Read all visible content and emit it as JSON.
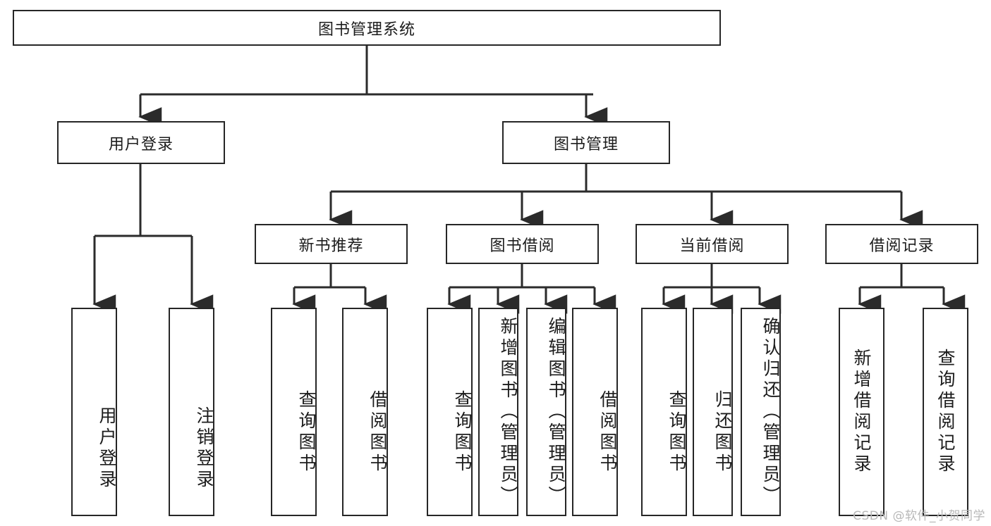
{
  "diagram": {
    "title": "图书管理系统",
    "type": "hierarchy-tree",
    "watermark": "CSDN @软件_小贺同学",
    "colors": {
      "background": "#ffffff",
      "box_border": "#262626",
      "box_fill": "#ffffff",
      "text": "#1c1c1c",
      "connector": "#2b2b2b",
      "watermark": "#b8b8b8"
    },
    "root": {
      "label": "图书管理系统"
    },
    "level2": [
      {
        "label": "用户登录"
      },
      {
        "label": "图书管理"
      }
    ],
    "level3": [
      {
        "label": "新书推荐"
      },
      {
        "label": "图书借阅"
      },
      {
        "label": "当前借阅"
      },
      {
        "label": "借阅记录"
      }
    ],
    "leaves": {
      "user_login": [
        {
          "label": "用户登录"
        },
        {
          "label": "注销登录"
        }
      ],
      "new_book": [
        {
          "label": "查询图书"
        },
        {
          "label": "借阅图书"
        }
      ],
      "book_borrow": [
        {
          "label": "查询图书"
        },
        {
          "label": "新增图书（管理员）"
        },
        {
          "label": "编辑图书（管理员）"
        },
        {
          "label": "借阅图书"
        }
      ],
      "current_borrow": [
        {
          "label": "查询图书"
        },
        {
          "label": "归还图书"
        },
        {
          "label": "确认归还（管理员）"
        }
      ],
      "borrow_record": [
        {
          "label": "新增借阅记录"
        },
        {
          "label": "查询借阅记录"
        }
      ]
    }
  }
}
